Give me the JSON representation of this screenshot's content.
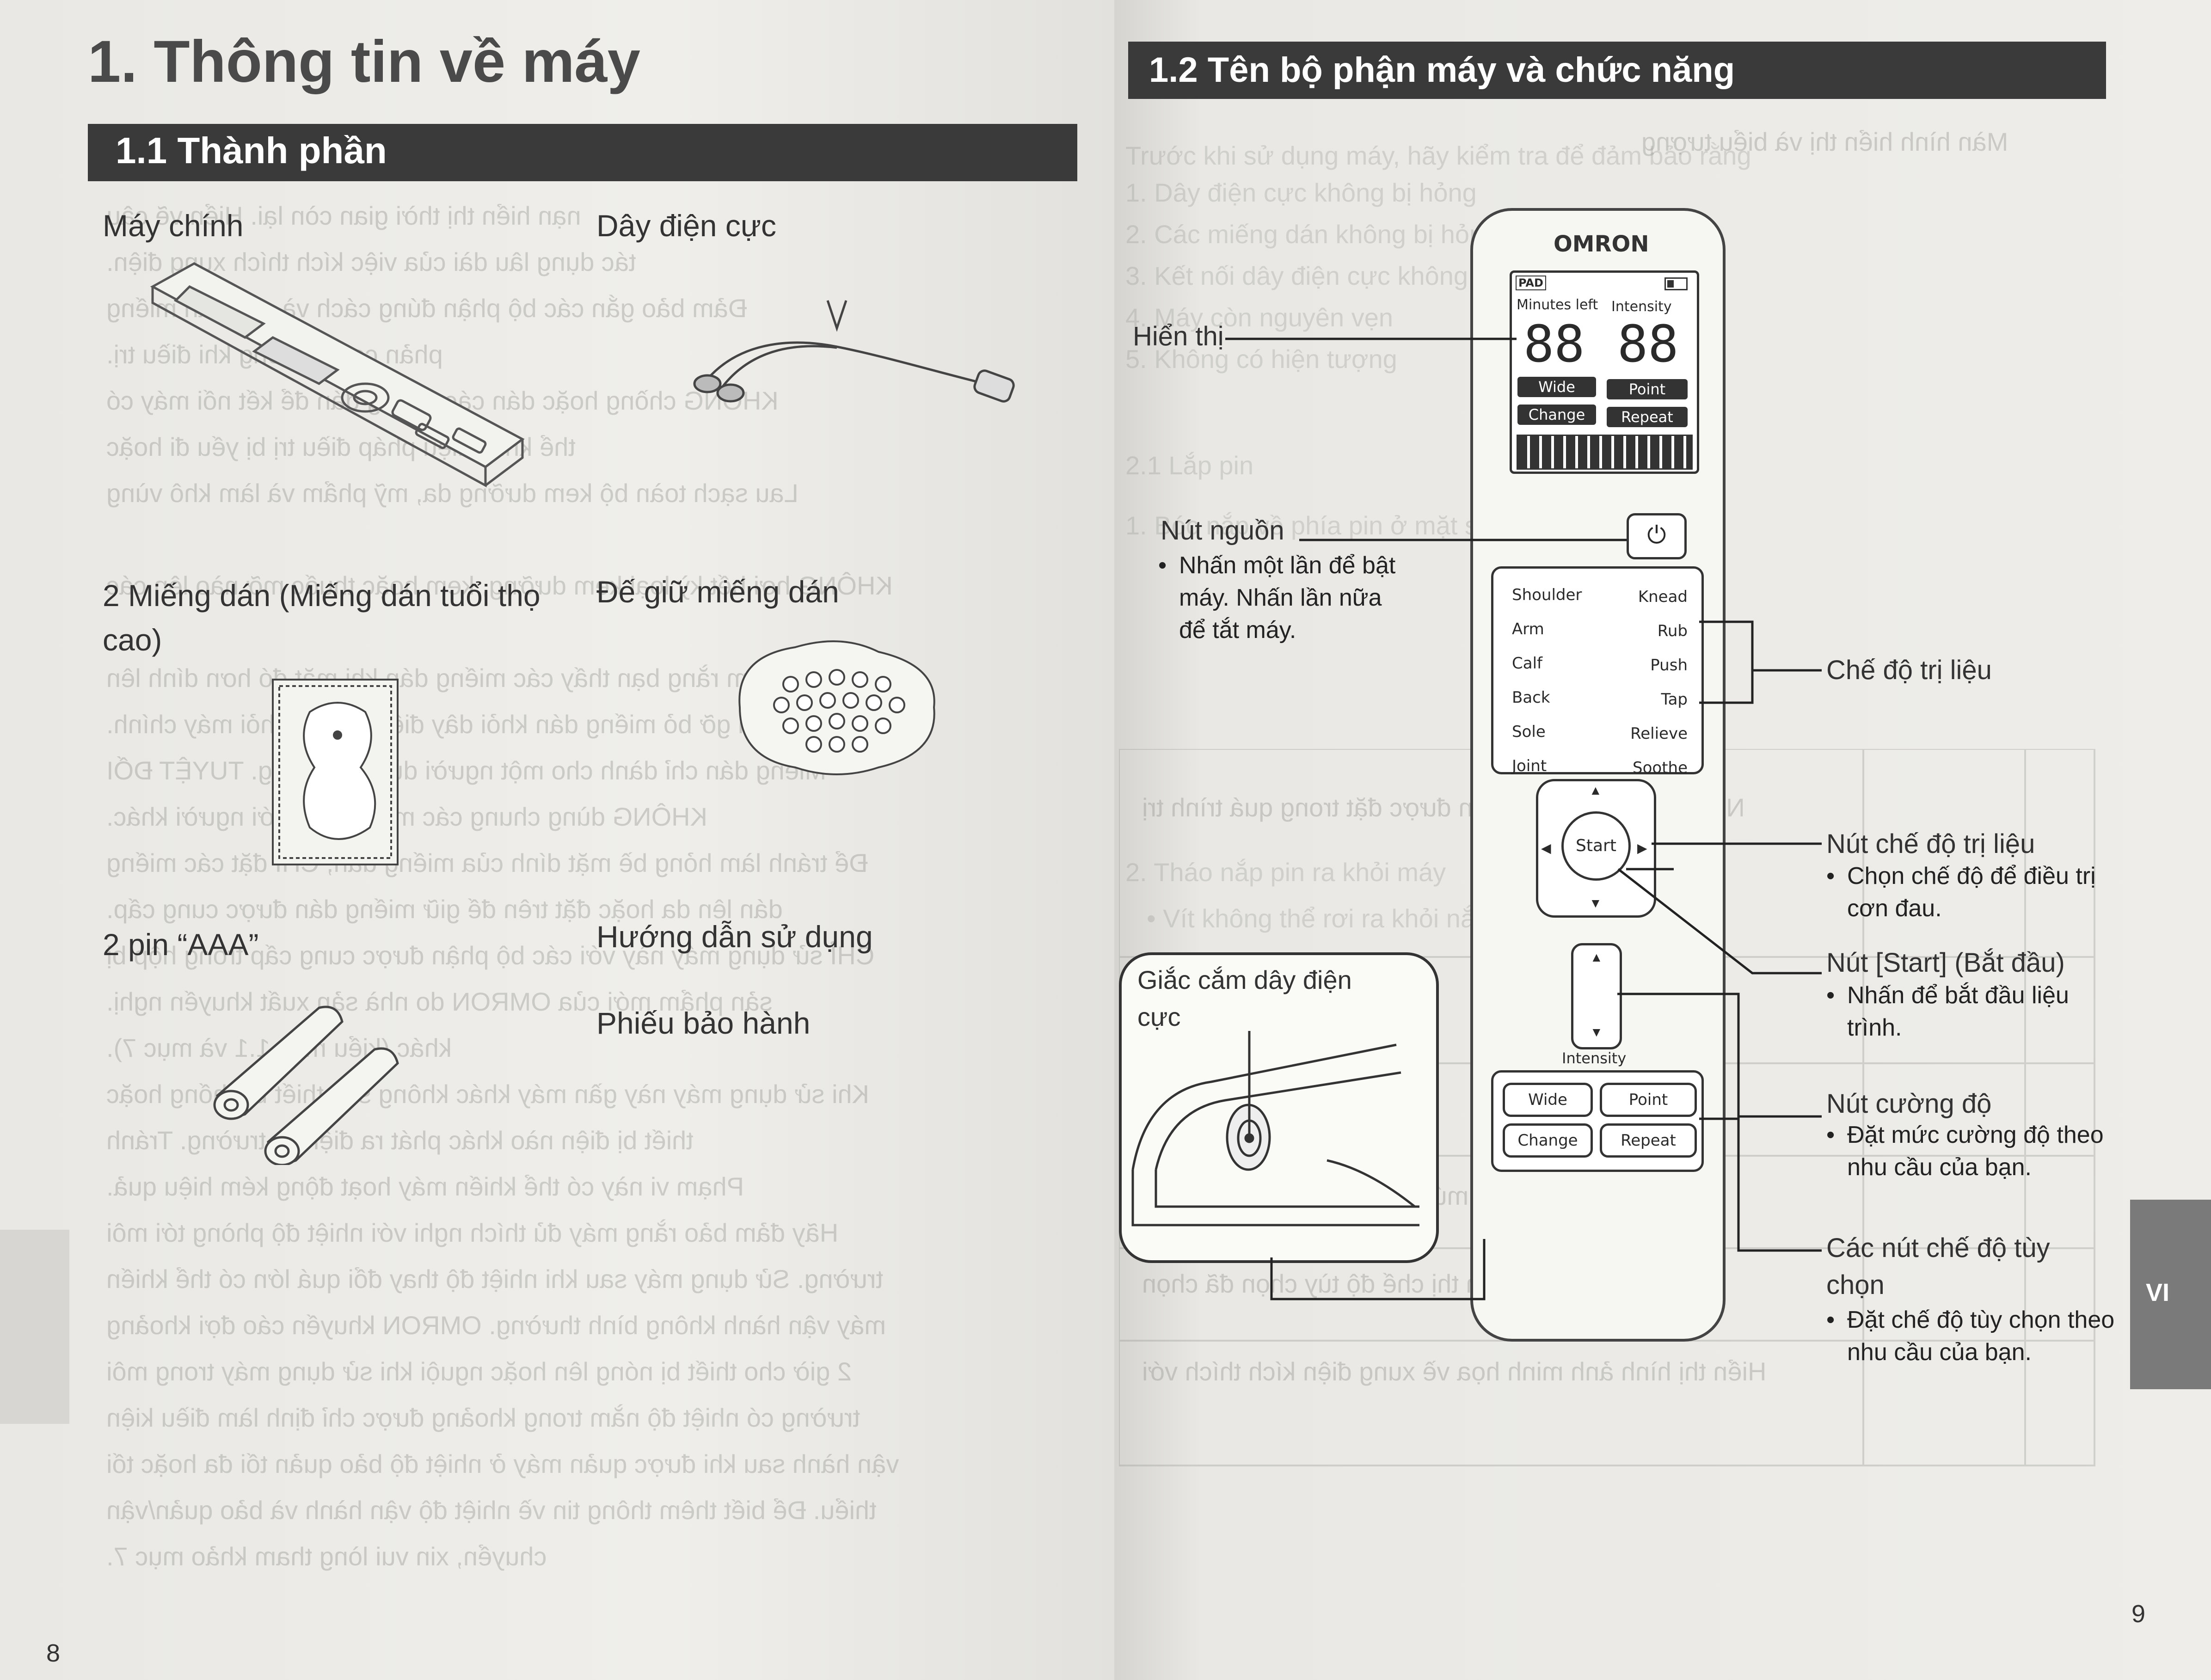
{
  "left_page": {
    "title": "1. Thông tin về máy",
    "section": "1.1 Thành phần",
    "items": {
      "main_unit": "Máy chính",
      "electrode_cord": "Dây điện cực",
      "pads": "2 Miếng dán (Miếng dán tuổi thọ cao)",
      "pad_holder": "Đế giữ miếng dán",
      "batteries": "2 pin “AAA”",
      "manual": "Hướng dẫn sử dụng",
      "warranty": "Phiếu bảo hành"
    },
    "page_number": "8"
  },
  "right_page": {
    "section": "1.2 Tên bộ phận máy và chức năng",
    "device": {
      "brand": "OMRON",
      "pad_indicator": "PAD",
      "minutes_left": "Minutes left",
      "intensity_label": "Intensity",
      "digits_left": "88",
      "digits_right": "88",
      "lcd_wide": "Wide",
      "lcd_point": "Point",
      "lcd_change": "Change",
      "lcd_repeat": "Repeat",
      "modes_left": [
        "Shoulder",
        "Arm",
        "Calf",
        "Back",
        "Sole",
        "Joint"
      ],
      "modes_right": [
        "Knead",
        "Rub",
        "Push",
        "Tap",
        "Relieve",
        "Soothe"
      ],
      "start": "Start",
      "intensity_bottom": "Intensity",
      "btn_wide": "Wide",
      "btn_point": "Point",
      "btn_change": "Change",
      "btn_repeat": "Repeat"
    },
    "callouts": {
      "display": "Hiển thị",
      "power_title": "Nút nguồn",
      "power_desc": "Nhấn một lần để bật máy. Nhấn lần nữa để tắt máy.",
      "therapy_modes": "Chế độ trị liệu",
      "therapy_btn_title": "Nút chế độ trị liệu",
      "therapy_btn_desc": "Chọn chế độ để điều trị cơn đau.",
      "start_title": "Nút [Start] (Bắt đầu)",
      "start_desc": "Nhấn để bắt đầu liệu trình.",
      "intensity_title": "Nút cường độ",
      "intensity_desc": "Đặt mức cường độ theo nhu cầu của bạn.",
      "custom_title": "Các nút chế độ tùy chọn",
      "custom_desc": "Đặt chế độ tùy chọn theo nhu cầu của bạn.",
      "jack": "Giắc cắm dây điện cực"
    },
    "tab": "VI",
    "page_number": "9"
  }
}
